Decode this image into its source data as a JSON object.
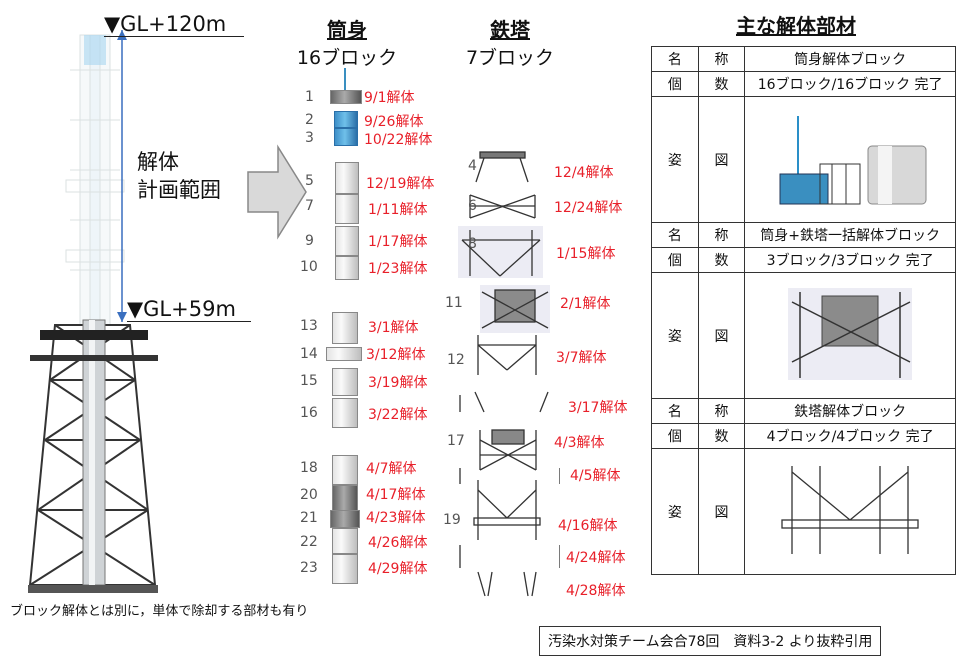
{
  "tower": {
    "top_label": "▼GL+120m",
    "bottom_label": "▼GL+59m",
    "range_label_line1": "解体",
    "range_label_line2": "計画範囲",
    "note": "ブロック解体とは別に，単体で除却する部材も有り"
  },
  "cylinder": {
    "title": "筒身",
    "count": "16ブロック",
    "blocks": [
      {
        "no": "1",
        "date": "9/1解体"
      },
      {
        "no": "2",
        "date": "9/26解体"
      },
      {
        "no": "3",
        "date": "10/22解体"
      },
      {
        "no": "5",
        "date": "12/19解体"
      },
      {
        "no": "7",
        "date": "1/11解体"
      },
      {
        "no": "9",
        "date": "1/17解体"
      },
      {
        "no": "10",
        "date": "1/23解体"
      },
      {
        "no": "13",
        "date": "3/1解体"
      },
      {
        "no": "14",
        "date": "3/12解体"
      },
      {
        "no": "15",
        "date": "3/19解体"
      },
      {
        "no": "16",
        "date": "3/22解体"
      },
      {
        "no": "18",
        "date": "4/7解体"
      },
      {
        "no": "20",
        "date": "4/17解体"
      },
      {
        "no": "21",
        "date": "4/23解体"
      },
      {
        "no": "22",
        "date": "4/26解体"
      },
      {
        "no": "23",
        "date": "4/29解体"
      }
    ]
  },
  "steel_tower": {
    "title": "鉄塔",
    "count": "7ブロック",
    "blocks": [
      {
        "no": "4",
        "date": "12/4解体"
      },
      {
        "no": "6",
        "date": "12/24解体"
      },
      {
        "no": "8",
        "date": "1/15解体"
      },
      {
        "no": "11",
        "date": "2/1解体"
      },
      {
        "no": "12",
        "date": "3/7解体"
      },
      {
        "no": "",
        "date": "3/17解体"
      },
      {
        "no": "17",
        "date": "4/3解体"
      },
      {
        "no": "",
        "date": "4/5解体"
      },
      {
        "no": "19",
        "date": "4/16解体"
      },
      {
        "no": "",
        "date": "4/24解体"
      },
      {
        "no": "",
        "date": "4/28解体"
      }
    ]
  },
  "table": {
    "title": "主な解体部材",
    "name_k1": "名",
    "name_k2": "称",
    "count_k1": "個",
    "count_k2": "数",
    "fig_k1": "姿",
    "fig_k2": "図",
    "sections": [
      {
        "name": "筒身解体ブロック",
        "count": "16ブロック/16ブロック 完了"
      },
      {
        "name": "筒身+鉄塔一括解体ブロック",
        "count": "3ブロック/3ブロック 完了"
      },
      {
        "name": "鉄塔解体ブロック",
        "count": "4ブロック/4ブロック 完了"
      }
    ]
  },
  "source": "汚染水対策チーム会合78回　資料3-2 より抜粋引用"
}
